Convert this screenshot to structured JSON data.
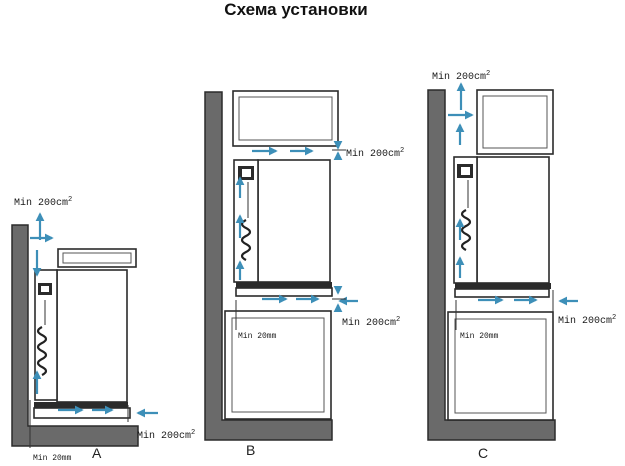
{
  "title": "Схема установки",
  "labels": {
    "ventilation": "Min 200cm",
    "ventilation_sup": "2",
    "gap": "Min 20mm"
  },
  "variants": [
    "A",
    "B",
    "C"
  ],
  "colors": {
    "arrow": "#3d8fb8",
    "wall": "#6a6a6a"
  }
}
